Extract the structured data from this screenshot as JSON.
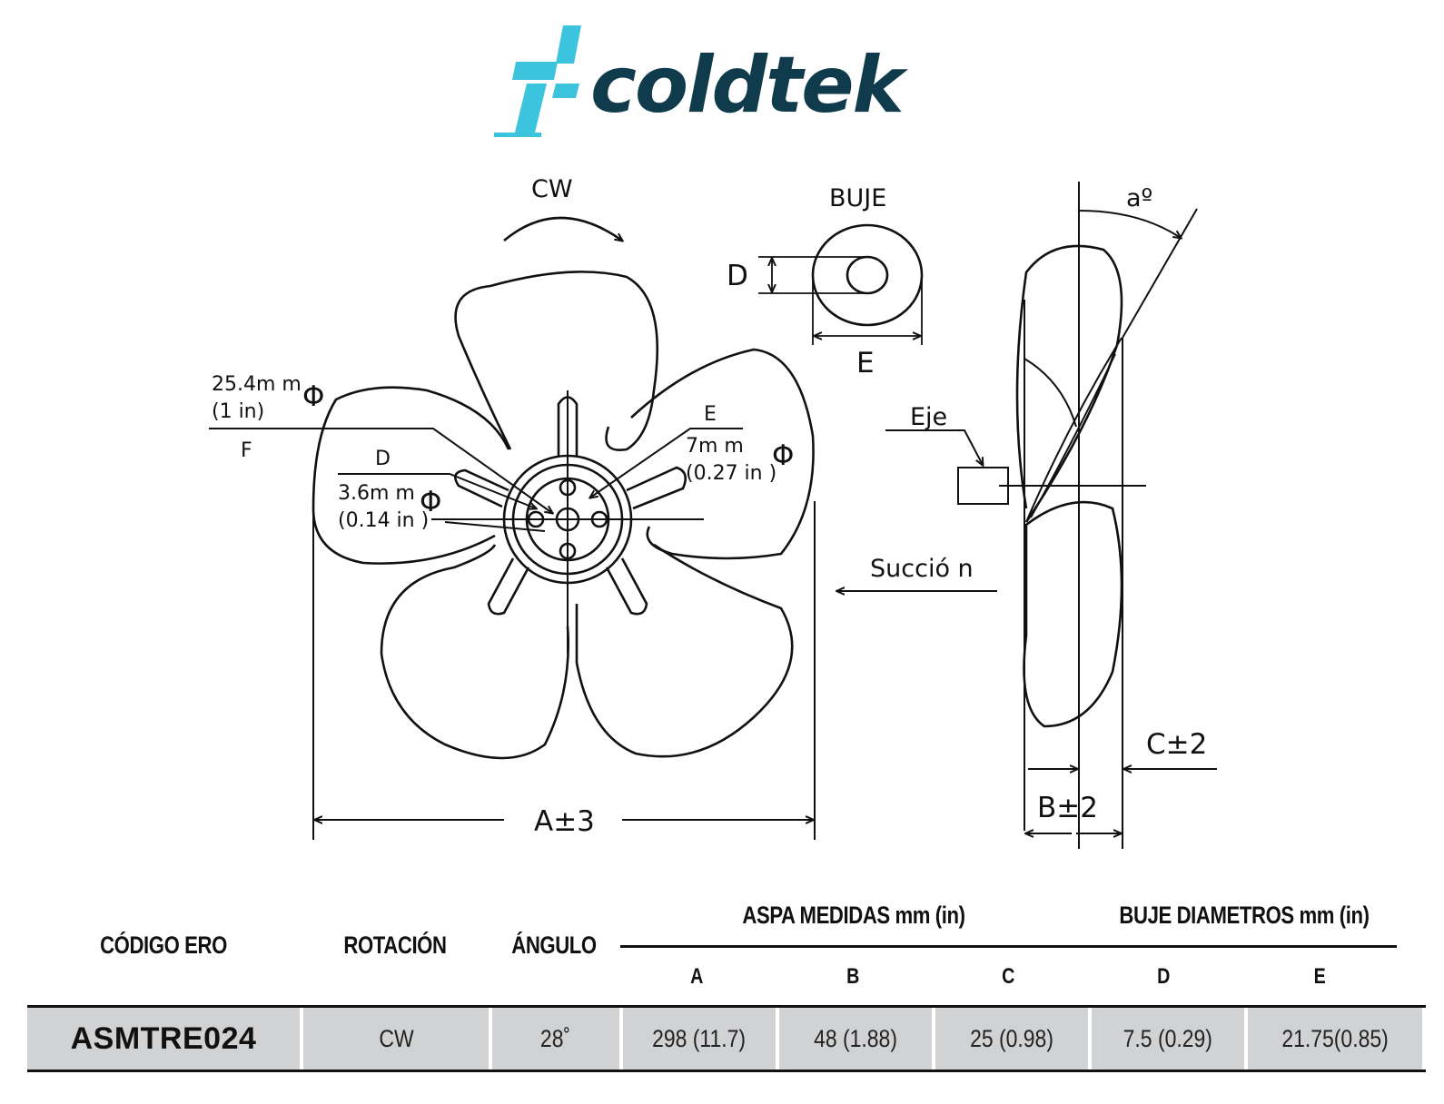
{
  "logo": {
    "text": "coldtek",
    "brand_color": "#0f3b4c",
    "accent_color": "#3cc4de"
  },
  "drawing": {
    "rotation_label": "CW",
    "bore_label": "25.4m m",
    "bore_inch": "(1 in)",
    "bore_letter": "F",
    "d_letter": "D",
    "d_mm": "3.6m m",
    "d_inch": "(0.14 in )",
    "e_letter": "E",
    "e_mm": "7m m",
    "e_inch": "(0.27 in )",
    "diameter_symbol": "Φ",
    "dim_a": "A±3",
    "buje_title": "BUJE",
    "buje_d": "D",
    "buje_e": "E",
    "eje_label": "Eje",
    "succion_label": "Succió n",
    "angle_label": "aº",
    "dim_b": "B±2",
    "dim_c": "C±2"
  },
  "table": {
    "headers": {
      "codigo": "CÓDIGO ERO",
      "rotacion": "ROTACIÓN",
      "angulo": "ÁNGULO",
      "aspa": "ASPA MEDIDAS mm (in)",
      "buje": "BUJE DIAMETROS mm (in)",
      "a": "A",
      "b": "B",
      "c": "C",
      "d": "D",
      "e": "E"
    },
    "row": {
      "codigo": "ASMTRE024",
      "rotacion": "CW",
      "angulo": "28˚",
      "a": "298 (11.7)",
      "b": "48 (1.88)",
      "c": "25 (0.98)",
      "d": "7.5 (0.29)",
      "e": "21.75(0.85)"
    },
    "row_color": "#d1d2d4"
  }
}
